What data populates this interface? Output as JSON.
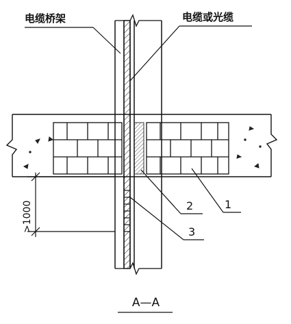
{
  "labels": {
    "cable_tray": "电缆桥架",
    "cable": "电缆或光缆",
    "callout_1": "1",
    "callout_2": "2",
    "callout_3": "3",
    "dimension": ">1000",
    "section_title": "A—A"
  }
}
